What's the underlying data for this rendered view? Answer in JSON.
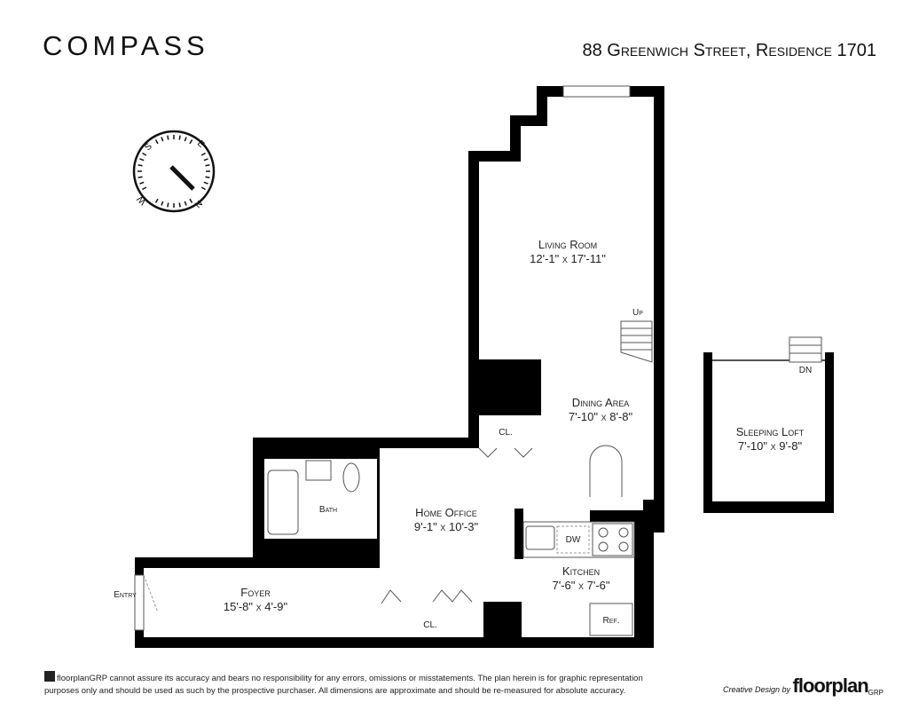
{
  "header": {
    "brand": "COMPASS",
    "address": "88 Greenwich Street, Residence 1701"
  },
  "compass": {
    "labels": [
      "S",
      "W",
      "N",
      "E"
    ]
  },
  "rooms": {
    "living_room": {
      "name": "Living Room",
      "dims": "12'-1\" x 17'-11\""
    },
    "dining_area": {
      "name": "Dining Area",
      "dims": "7'-10\" x 8'-8\""
    },
    "home_office": {
      "name": "Home Office",
      "dims": "9'-1\" x 10'-3\""
    },
    "kitchen": {
      "name": "Kitchen",
      "dims": "7'-6\" x 7'-6\""
    },
    "foyer": {
      "name": "Foyer",
      "dims": "15'-8\" x 4'-9\""
    },
    "sleeping_loft": {
      "name": "Sleeping Loft",
      "dims": "7'-10\" x 9'-8\""
    },
    "bath": {
      "name": "Bath"
    }
  },
  "labels": {
    "up": "Up",
    "dn": "DN",
    "closet": "CL.",
    "dw": "DW",
    "ref": "Ref.",
    "entry": "Entry"
  },
  "footer": {
    "disclaimer_line1": "floorplanGRP cannot assure its accuracy and bears no responsibility for any errors, omissions or misstatements. The plan herein is for graphic representation",
    "disclaimer_line2": "purposes only and should be used as such by the prospective purchaser. All dimensions are approximate and should be re-measured for absolute accuracy.",
    "credit_prefix": "Creative Design by",
    "credit_brand": "floorplan",
    "credit_suffix": "GRP"
  }
}
